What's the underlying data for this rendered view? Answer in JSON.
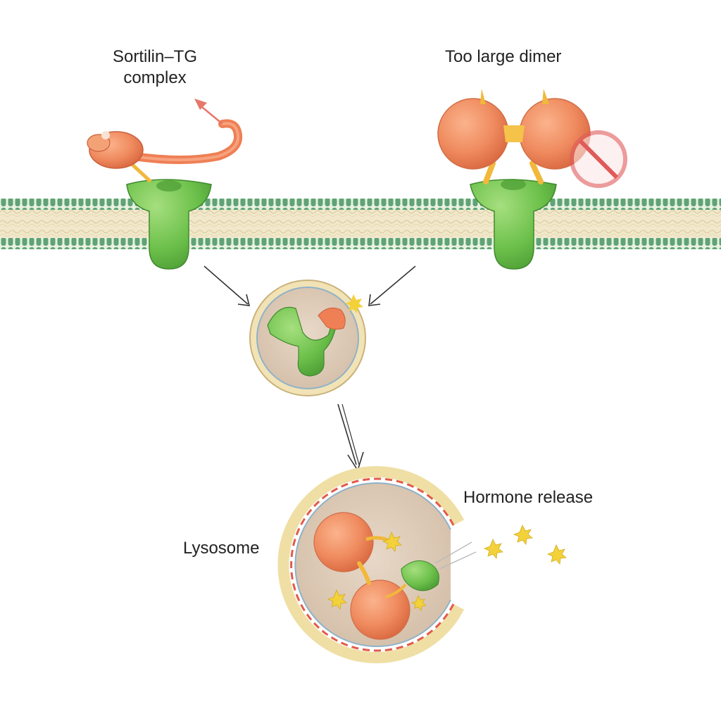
{
  "labels": {
    "complex_line1": "Sortilin–TG",
    "complex_line2": "complex",
    "dimer": "Too large dimer",
    "lysosome": "Lysosome",
    "hormone": "Hormone release"
  },
  "colors": {
    "receptor": "#6cc04a",
    "thyroglobulin": "#ef7f55",
    "hormone": "#f2d13a",
    "membrane_head": "#4f9a6c",
    "membrane_core": "#efe6c8",
    "block_sign": "#e05a5a"
  },
  "icons": [
    "arrow-icon",
    "no-entry-icon",
    "hormone-star-icon"
  ]
}
